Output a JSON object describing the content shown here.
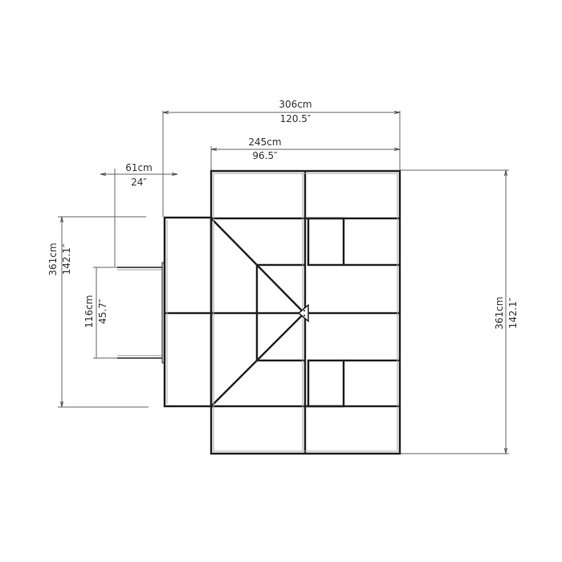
{
  "diagram": {
    "type": "greenhouse-floor-plan-top-view",
    "colors": {
      "frame": "#222222",
      "frame_inner": "#9a9a9a",
      "dimension_line": "#555555",
      "text": "#333333",
      "background": "#ffffff"
    },
    "dimensions": {
      "overall_width": {
        "metric": "306cm",
        "imperial": "120.5″"
      },
      "main_width": {
        "metric": "245cm",
        "imperial": "96.5″"
      },
      "wing_depth": {
        "metric": "61cm",
        "imperial": "24″"
      },
      "left_length": {
        "metric": "361cm",
        "imperial": "142.1″"
      },
      "door_opening": {
        "metric": "116cm",
        "imperial": "45.7″"
      },
      "right_length": {
        "metric": "361cm",
        "imperial": "142.1″"
      }
    }
  }
}
